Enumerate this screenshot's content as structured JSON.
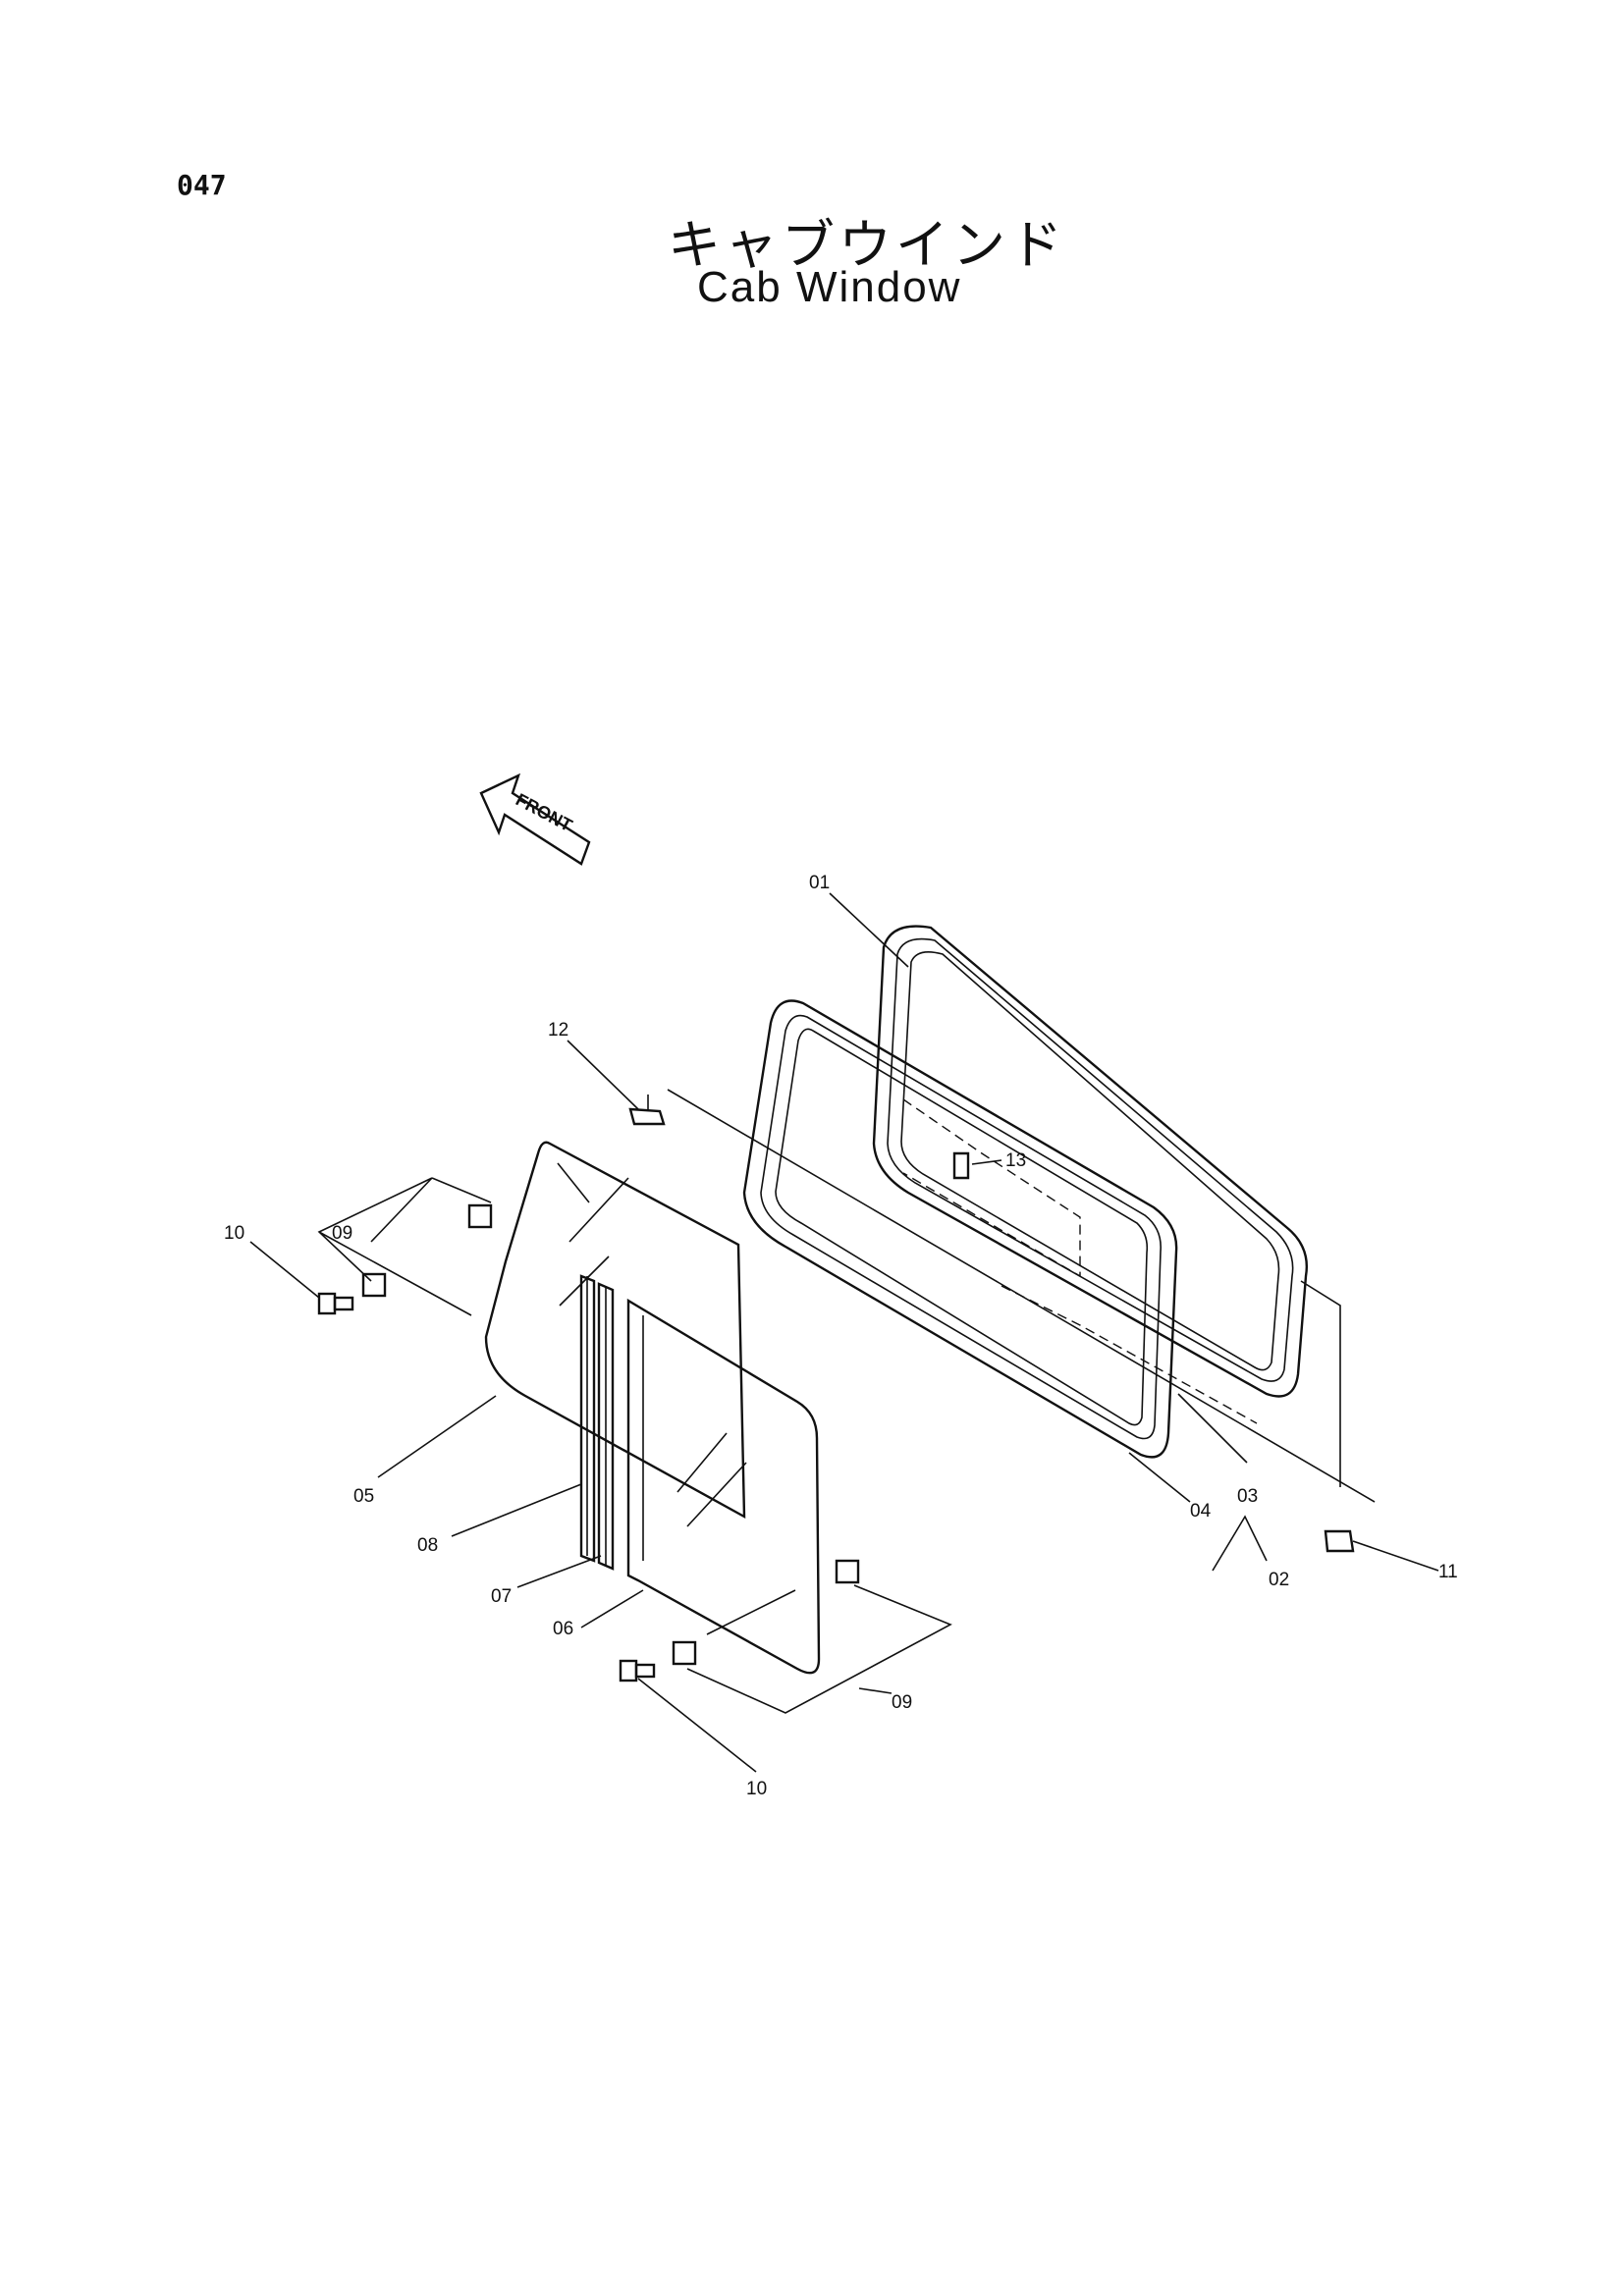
{
  "page_number": "047",
  "title_ja": "キャブウインド",
  "title_en": "Cab Window",
  "front_arrow": {
    "label": "FRONT"
  },
  "callouts": {
    "c01": "01",
    "c02": "02",
    "c03": "03",
    "c04": "04",
    "c05": "05",
    "c06": "06",
    "c07": "07",
    "c08": "08",
    "c09a": "09",
    "c09b": "09",
    "c10a": "10",
    "c10b": "10",
    "c11": "11",
    "c12": "12",
    "c13": "13"
  }
}
